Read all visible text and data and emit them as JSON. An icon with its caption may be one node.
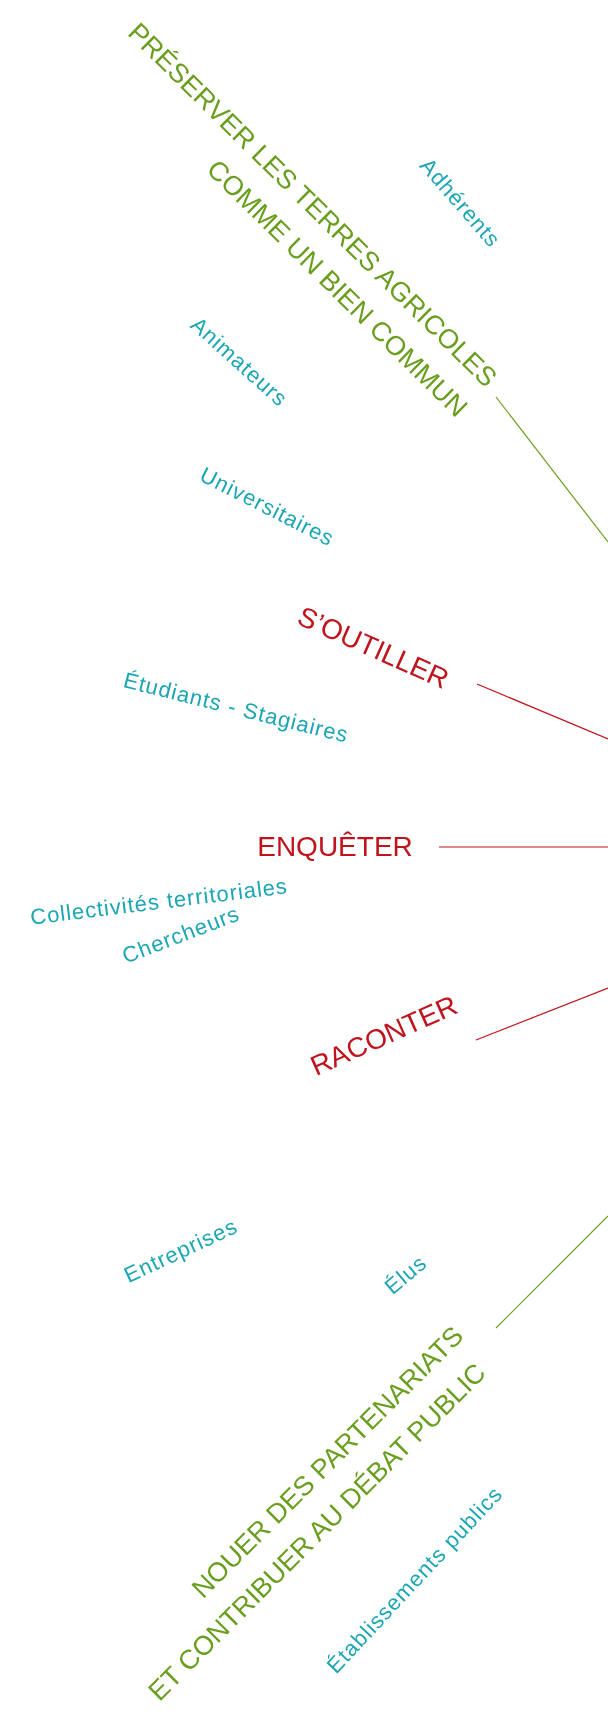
{
  "diagram": {
    "nodes": [
      {
        "text": [
          "PRÉSERVER LES TERRES AGRICOLES",
          "COMME UN BIEN COMMUN"
        ]
      },
      {
        "text": [
          "S’OUTILLER"
        ]
      },
      {
        "text": [
          "ENQUÊTER"
        ]
      },
      {
        "text": [
          "RACONTER"
        ]
      },
      {
        "text": [
          "NOUER DES PARTENARIATS",
          "ET CONTRIBUER AU DÉBAT PUBLIC"
        ]
      }
    ],
    "edges": [
      {
        "from": 0,
        "to": null,
        "arrow": "none",
        "color": "#6a9e1f"
      },
      {
        "from": 1,
        "to": null,
        "arrow": "none"
      },
      {
        "from": 2,
        "to": null,
        "arrow": "none"
      },
      {
        "from": 3,
        "to": null,
        "arrow": "none"
      },
      {
        "from": 4,
        "to": null,
        "arrow": "none",
        "color": "#6a9e1f"
      }
    ],
    "labels": [
      "Adhérents",
      "Animateurs",
      "Universitaires",
      "Étudiants - Stagiaires",
      "Collectivités territoriales",
      "Chercheurs",
      "Entreprises",
      "Élus",
      "Établissements publics"
    ]
  }
}
